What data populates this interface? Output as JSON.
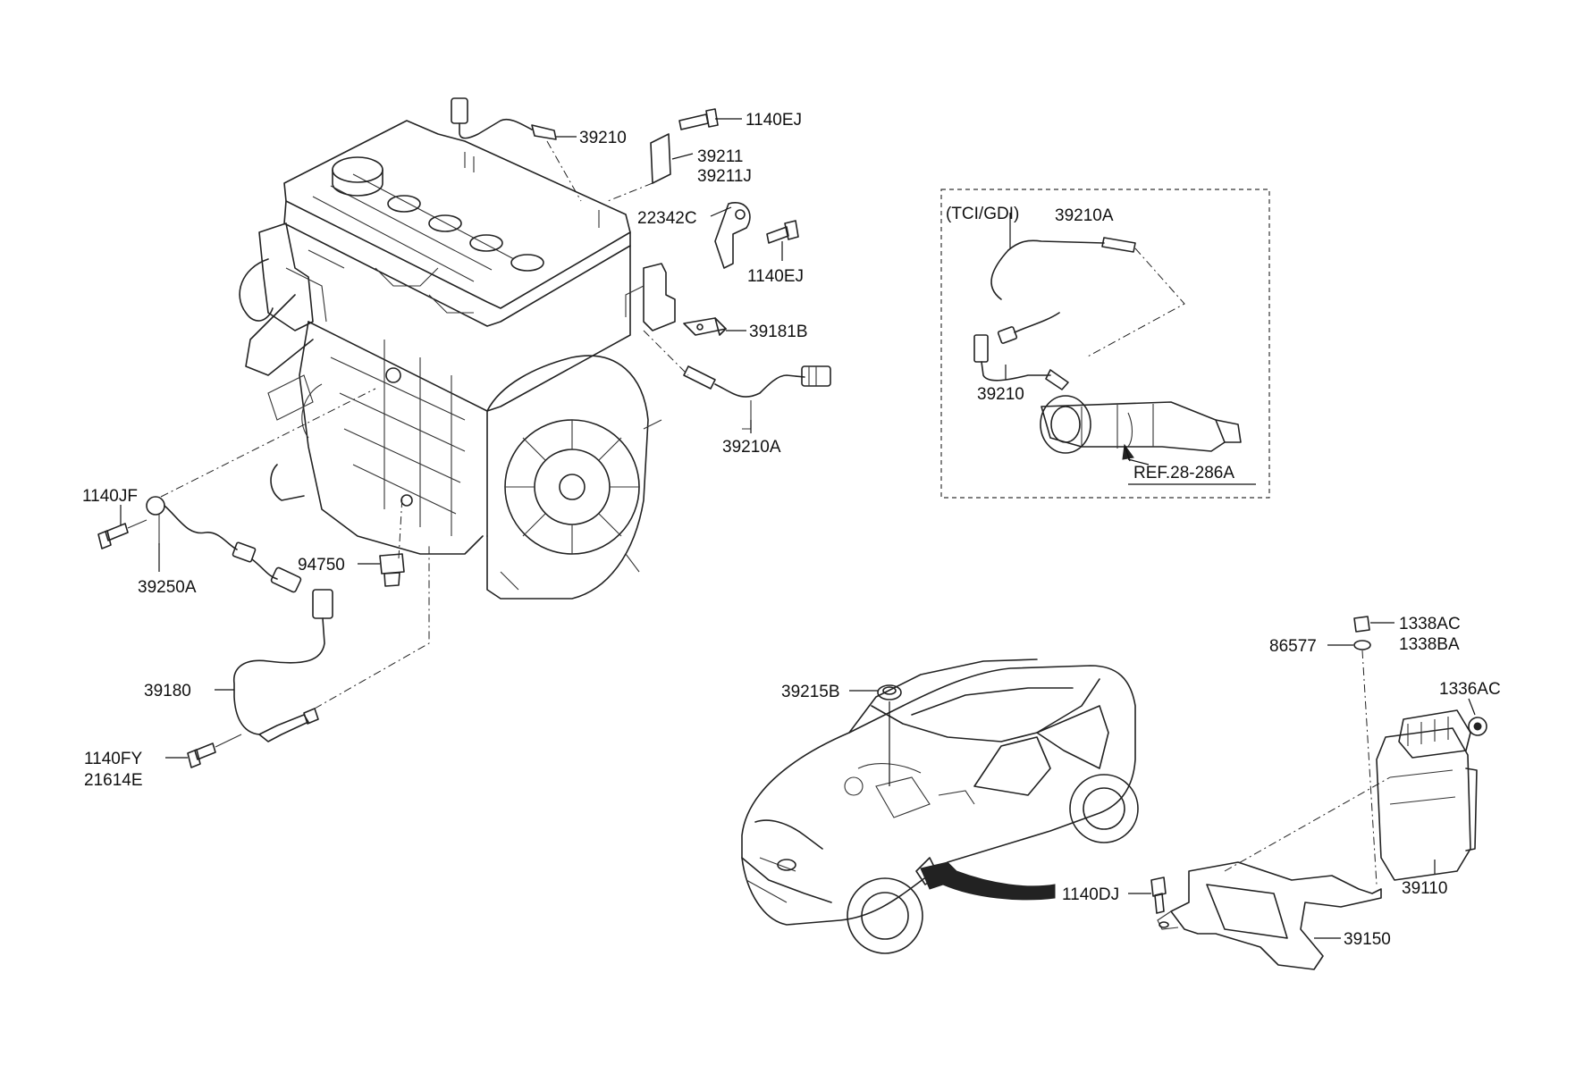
{
  "diagram": {
    "part_labels": [
      "39210",
      "1140EJ",
      "39211",
      "39211J",
      "22342C",
      "1140EJ",
      "39181B",
      "39210A",
      "1140JF",
      "39250A",
      "94750",
      "39180",
      "1140FY",
      "21614E",
      "39215B",
      "1338AC",
      "1338BA",
      "86577",
      "1336AC",
      "39110",
      "1140DJ",
      "39150"
    ],
    "inset": {
      "title": "(TCI/GDI)",
      "labels": [
        "39210A",
        "39210",
        "REF.28-286A"
      ]
    }
  }
}
